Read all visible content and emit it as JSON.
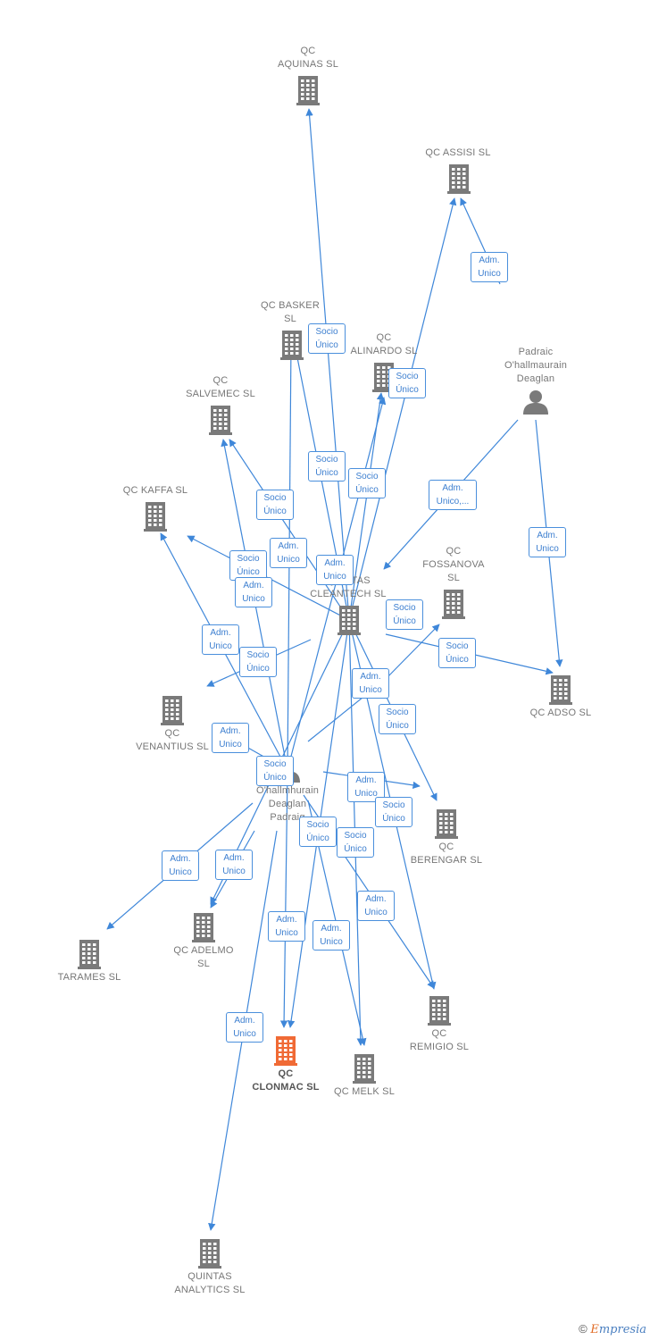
{
  "colors": {
    "edge": "#3f87d9",
    "node": "#7a7a7a",
    "highlight": "#f06a35",
    "label": "#777777"
  },
  "nodes": [
    {
      "id": "aquinas",
      "label": "QC\nAQUINAS  SL",
      "kind": "company"
    },
    {
      "id": "assisi",
      "label": "QC ASSISI  SL",
      "kind": "company"
    },
    {
      "id": "basker",
      "label": "QC BASKER\nSL",
      "kind": "company"
    },
    {
      "id": "alinardo",
      "label": "QC\nALINARDO  SL",
      "kind": "company"
    },
    {
      "id": "salvemec",
      "label": "QC\nSALVEMEC  SL",
      "kind": "company"
    },
    {
      "id": "padraic",
      "label": "Padraic\nO'hallmaurain\nDeaglan",
      "kind": "person"
    },
    {
      "id": "kaffa",
      "label": "QC KAFFA  SL",
      "kind": "company"
    },
    {
      "id": "fossanova",
      "label": "QC\nFOSSANOVA\nSL",
      "kind": "company"
    },
    {
      "id": "quintas_cleantech",
      "label": "QUINTAS\nCLEANTECH SL",
      "kind": "company"
    },
    {
      "id": "adso",
      "label": "QC ADSO  SL",
      "kind": "company"
    },
    {
      "id": "venantius",
      "label": "QC\nVENANTIUS  SL",
      "kind": "company"
    },
    {
      "id": "deaglan",
      "label": "O'hallmhurain\nDeaglan\nPadraig",
      "kind": "person"
    },
    {
      "id": "berengar",
      "label": "QC\nBERENGAR  SL",
      "kind": "company"
    },
    {
      "id": "tarames",
      "label": "TARAMES  SL",
      "kind": "company"
    },
    {
      "id": "adelmo",
      "label": "QC ADELMO\nSL",
      "kind": "company"
    },
    {
      "id": "remigio",
      "label": "QC\nREMIGIO  SL",
      "kind": "company"
    },
    {
      "id": "clonmac",
      "label": "QC\nCLONMAC  SL",
      "kind": "company",
      "highlight": true
    },
    {
      "id": "melk",
      "label": "QC MELK  SL",
      "kind": "company"
    },
    {
      "id": "quintas_analytics",
      "label": "QUINTAS\nANALYTICS  SL",
      "kind": "company"
    }
  ],
  "relations": [
    {
      "label": "Socio\nÚnico",
      "from": "quintas_cleantech",
      "to": "aquinas"
    },
    {
      "label": "Adm.\nUnico",
      "from": "padraic",
      "to": "assisi"
    },
    {
      "label": "Socio\nÚnico",
      "from": "quintas_cleantech",
      "to": "assisi"
    },
    {
      "label": "Socio\nÚnico",
      "from": "quintas_cleantech",
      "to": "basker"
    },
    {
      "label": "Socio\nÚnico",
      "from": "quintas_cleantech",
      "to": "alinardo"
    },
    {
      "label": "Socio\nÚnico",
      "from": "quintas_cleantech",
      "to": "salvemec"
    },
    {
      "label": "Adm.\nUnico,...",
      "from": "padraic",
      "to": "quintas_cleantech"
    },
    {
      "label": "Adm.\nUnico",
      "from": "padraic",
      "to": "adso"
    },
    {
      "label": "Adm.\nUnico",
      "from": "deaglan",
      "to": "basker"
    },
    {
      "label": "Socio\nÚnico",
      "from": "quintas_cleantech",
      "to": "kaffa"
    },
    {
      "label": "Adm.\nUnico",
      "from": "deaglan",
      "to": "alinardo"
    },
    {
      "label": "Adm.\nUnico",
      "from": "deaglan",
      "to": "salvemec"
    },
    {
      "label": "Socio\nÚnico",
      "from": "quintas_cleantech",
      "to": "adso"
    },
    {
      "label": "Socio\nÚnico",
      "from": "quintas_cleantech",
      "to": "fossanova"
    },
    {
      "label": "Adm.\nUnico",
      "from": "deaglan",
      "to": "kaffa"
    },
    {
      "label": "Socio\nÚnico",
      "from": "quintas_cleantech",
      "to": "venantius"
    },
    {
      "label": "Adm.\nUnico",
      "from": "deaglan",
      "to": "fossanova"
    },
    {
      "label": "Socio\nÚnico",
      "from": "quintas_cleantech",
      "to": "berengar"
    },
    {
      "label": "Adm.\nUnico",
      "from": "deaglan",
      "to": "venantius"
    },
    {
      "label": "Socio\nÚnico",
      "from": "quintas_cleantech",
      "to": "tarames"
    },
    {
      "label": "Adm.\nUnico",
      "from": "deaglan",
      "to": "berengar"
    },
    {
      "label": "Socio\nÚnico",
      "from": "quintas_cleantech",
      "to": "remigio"
    },
    {
      "label": "Socio\nÚnico",
      "from": "quintas_cleantech",
      "to": "clonmac"
    },
    {
      "label": "Socio\nÚnico",
      "from": "quintas_cleantech",
      "to": "melk"
    },
    {
      "label": "Adm.\nUnico",
      "from": "deaglan",
      "to": "tarames"
    },
    {
      "label": "Adm.\nUnico",
      "from": "deaglan",
      "to": "adelmo"
    },
    {
      "label": "Adm.\nUnico",
      "from": "deaglan",
      "to": "remigio"
    },
    {
      "label": "Adm.\nUnico",
      "from": "deaglan",
      "to": "clonmac"
    },
    {
      "label": "Adm.\nUnico",
      "from": "deaglan",
      "to": "melk"
    },
    {
      "label": "Adm.\nUnico",
      "from": "deaglan",
      "to": "quintas_analytics"
    }
  ],
  "copyright": {
    "symbol": "©",
    "brand_first": "E",
    "brand_rest": "mpresia"
  }
}
